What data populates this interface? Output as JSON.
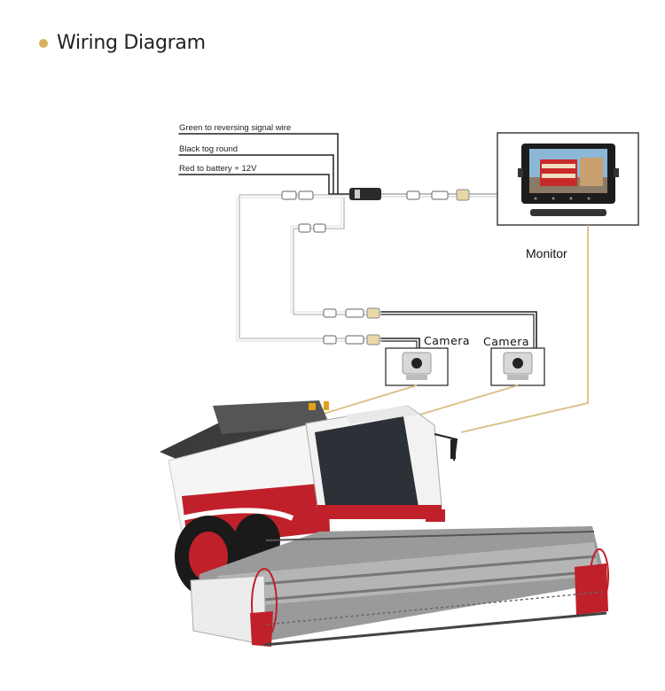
{
  "header": {
    "title": "Wiring Diagram"
  },
  "wires": {
    "green": "Green to reversing signal wire",
    "black": "Black tog round",
    "red": "Red to battery + 12V"
  },
  "devices": {
    "monitor_label": "Monitor",
    "camera_left_label": "Camera",
    "camera_right_label": "Camera"
  },
  "colors": {
    "accent_dot": "#d9b25c",
    "leader_line": "#d8bf80",
    "cable": "#222222",
    "harvester_red": "#c0202a"
  }
}
